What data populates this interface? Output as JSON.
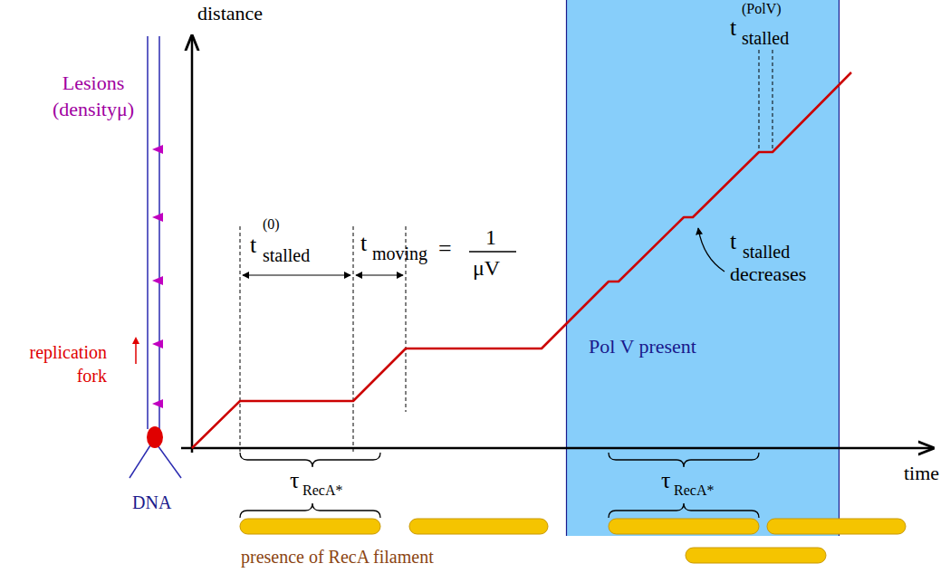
{
  "diagram": {
    "nodes": [
      {
        "text": [
          "Pol V present"
        ]
      }
    ],
    "labels": [
      "distance",
      "time",
      "Lesions (densityμ)",
      "replication fork",
      "DNA",
      "t",
      "(0)",
      "stalled",
      "t",
      "moving",
      "=",
      "1",
      "μV",
      "t",
      "(PolV)",
      "stalled",
      "t",
      "stalled",
      "decreases",
      "τ",
      "RecA*",
      "τ",
      "RecA*",
      "presence of RecA filament"
    ]
  }
}
